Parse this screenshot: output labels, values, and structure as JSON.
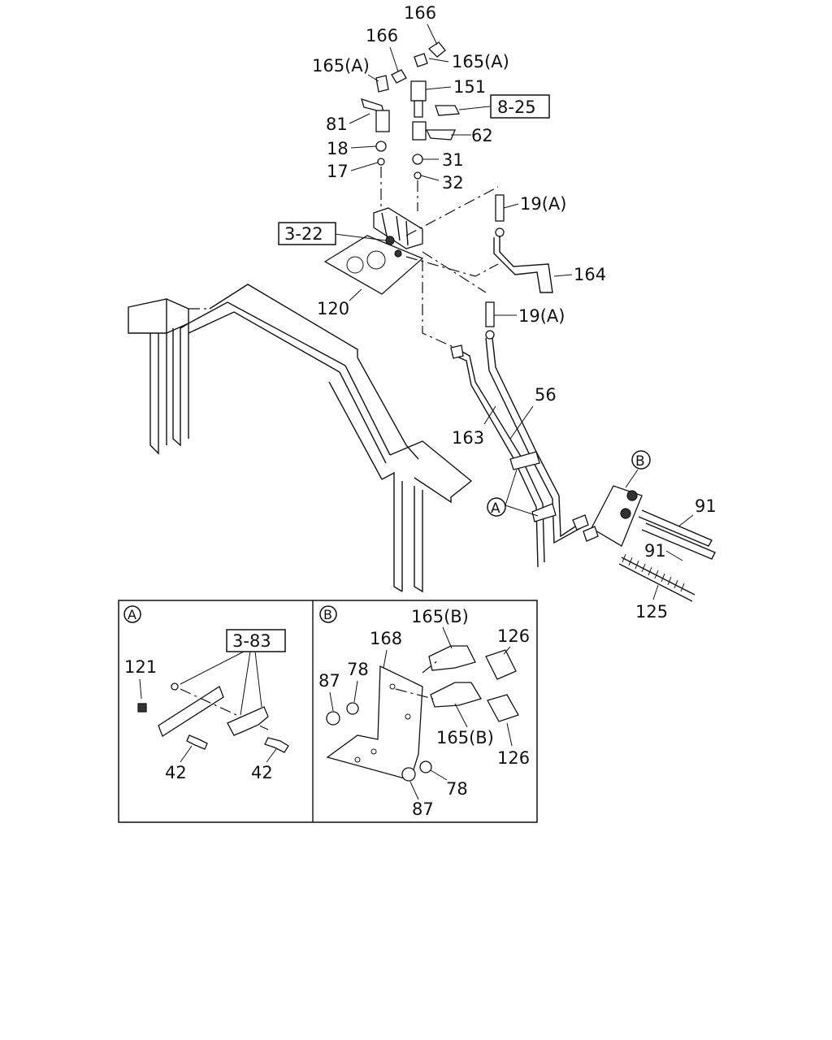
{
  "callouts": [
    {
      "id": "c166a",
      "text": "166"
    },
    {
      "id": "c166b",
      "text": "166"
    },
    {
      "id": "c165a1",
      "text": "165(A)"
    },
    {
      "id": "c165a2",
      "text": "165(A)"
    },
    {
      "id": "c151",
      "text": "151"
    },
    {
      "id": "c81",
      "text": "81"
    },
    {
      "id": "c62",
      "text": "62"
    },
    {
      "id": "c18",
      "text": "18"
    },
    {
      "id": "c31",
      "text": "31"
    },
    {
      "id": "c17",
      "text": "17"
    },
    {
      "id": "c32",
      "text": "32"
    },
    {
      "id": "c19a1",
      "text": "19(A)"
    },
    {
      "id": "c164",
      "text": "164"
    },
    {
      "id": "c120",
      "text": "120"
    },
    {
      "id": "c19a2",
      "text": "19(A)"
    },
    {
      "id": "c56",
      "text": "56"
    },
    {
      "id": "c163",
      "text": "163"
    },
    {
      "id": "cB",
      "text": "B"
    },
    {
      "id": "cA",
      "text": "A"
    },
    {
      "id": "c91a",
      "text": "91"
    },
    {
      "id": "c91b",
      "text": "91"
    },
    {
      "id": "c125",
      "text": "125"
    }
  ],
  "references": {
    "ref_8_25": "8-25",
    "ref_3_22": "3-22",
    "ref_3_83": "3-83"
  },
  "detail_a": {
    "title": "A",
    "labels": {
      "p121": "121",
      "p42a": "42",
      "p42b": "42"
    }
  },
  "detail_b": {
    "title": "B",
    "labels": {
      "p165b1": "165(B)",
      "p165b2": "165(B)",
      "p168": "168",
      "p126a": "126",
      "p126b": "126",
      "p87a": "87",
      "p87b": "87",
      "p78a": "78",
      "p78b": "78"
    }
  }
}
